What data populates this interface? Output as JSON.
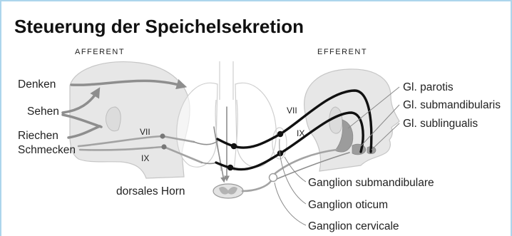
{
  "title": "Steuerung der Speichelsekretion",
  "headings": {
    "afferent": "AFFERENT",
    "efferent": "EFFERENT"
  },
  "inputs": [
    "Denken",
    "Sehen",
    "Riechen",
    "Schmecken"
  ],
  "nerves": {
    "afferent_vii": "VII",
    "afferent_ix": "IX",
    "efferent_vii": "VII",
    "efferent_ix": "IX"
  },
  "spinal": "dorsales Horn",
  "glands": [
    "Gl. parotis",
    "Gl. submandibularis",
    "Gl. sublingualis"
  ],
  "ganglia": [
    "Ganglion submandibulare",
    "Ganglion oticum",
    "Ganglion cervicale"
  ],
  "colors": {
    "frame": "#acd5ec",
    "afferent_line": "#8e8e8e",
    "efferent_line": "#111111",
    "anatomy_fill": "#e7e7e7",
    "anatomy_stroke": "#c6c6c6",
    "gland_fill": "#9c9c9c",
    "text": "#222222"
  }
}
